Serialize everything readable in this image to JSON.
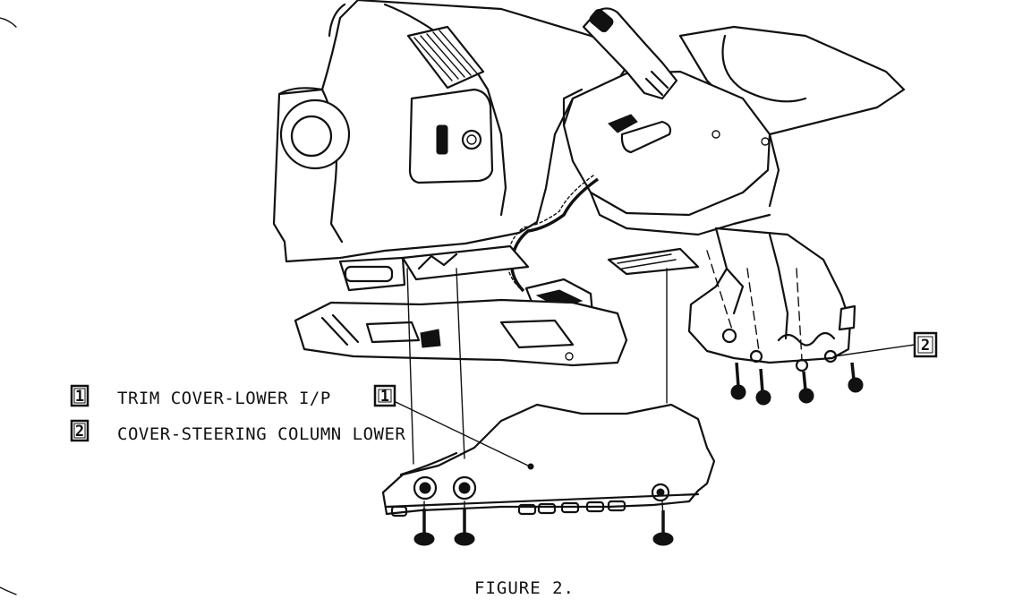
{
  "legend": [
    {
      "number": "1",
      "text": "TRIM COVER-LOWER I/P"
    },
    {
      "number": "2",
      "text": "COVER-STEERING COLUMN LOWER"
    }
  ],
  "callouts": {
    "trim_cover": "1",
    "column_cover": "2"
  },
  "caption": "FIGURE 2."
}
